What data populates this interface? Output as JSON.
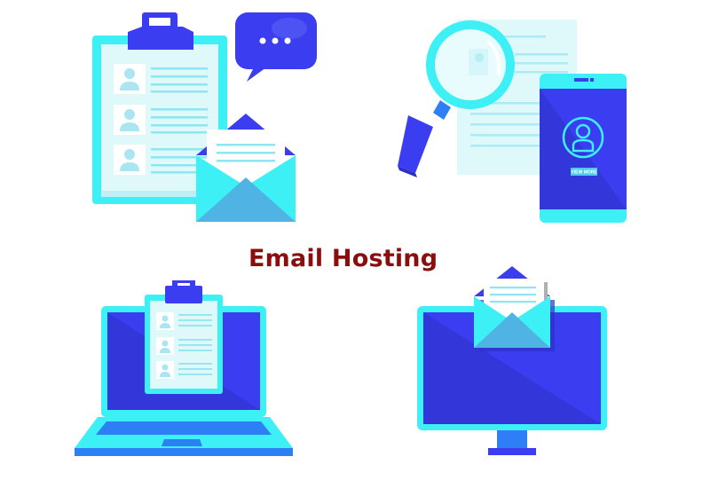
{
  "heading": {
    "title": "Email Hosting",
    "color": "#8b0e0e"
  },
  "colors": {
    "cyan": "#3cf0f5",
    "light_cyan": "#dff9fb",
    "royal_blue": "#3a3ef0",
    "dark_blue": "#2d2fc4",
    "mid_blue": "#2e7ef5",
    "sky_blue": "#4fb3e3",
    "line_cyan": "#8ee6f2"
  },
  "illustrations": [
    {
      "id": "clipboard-email",
      "icons": [
        "clipboard-icon",
        "chat-bubble-icon",
        "envelope-icon"
      ],
      "chat_bubble_text": "..."
    },
    {
      "id": "search-phone",
      "icons": [
        "magnifier-icon",
        "document-icon",
        "smartphone-icon",
        "user-icon"
      ],
      "phone_button_label": "VIEW MORE"
    },
    {
      "id": "laptop-clipboard",
      "icons": [
        "laptop-icon",
        "clipboard-icon"
      ]
    },
    {
      "id": "monitor-email",
      "icons": [
        "monitor-icon",
        "envelope-icon"
      ]
    }
  ]
}
